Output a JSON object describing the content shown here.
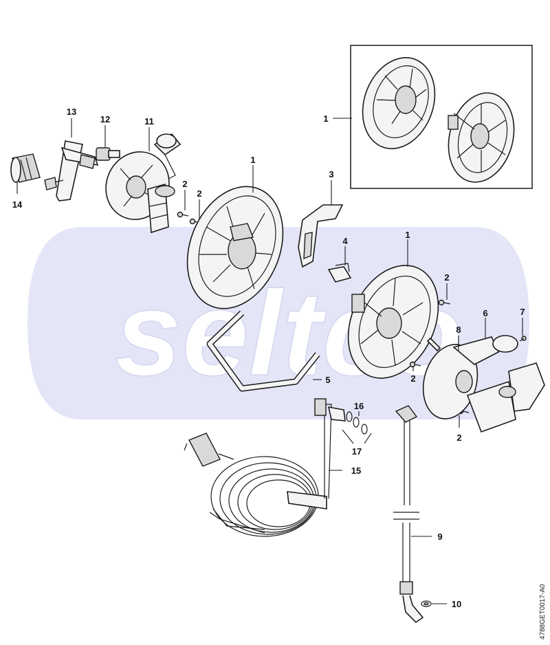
{
  "watermark": "seltco",
  "document_code": "4788GET0017-A0",
  "callouts": {
    "c1_top": "1",
    "c1_main": "1",
    "c1_right": "1",
    "c2_a": "2",
    "c2_b": "2",
    "c2_c": "2",
    "c2_d": "2",
    "c2_e": "2",
    "c3": "3",
    "c4": "4",
    "c5": "5",
    "c6": "6",
    "c7": "7",
    "c8": "8",
    "c9": "9",
    "c10": "10",
    "c11": "11",
    "c12": "12",
    "c13": "13",
    "c14": "14",
    "c15": "15",
    "c16": "16",
    "c17": "17"
  },
  "colors": {
    "watermark_fill": "#e4e6f7",
    "line": "#1a1a1a",
    "part_fill": "#f4f4f4"
  }
}
